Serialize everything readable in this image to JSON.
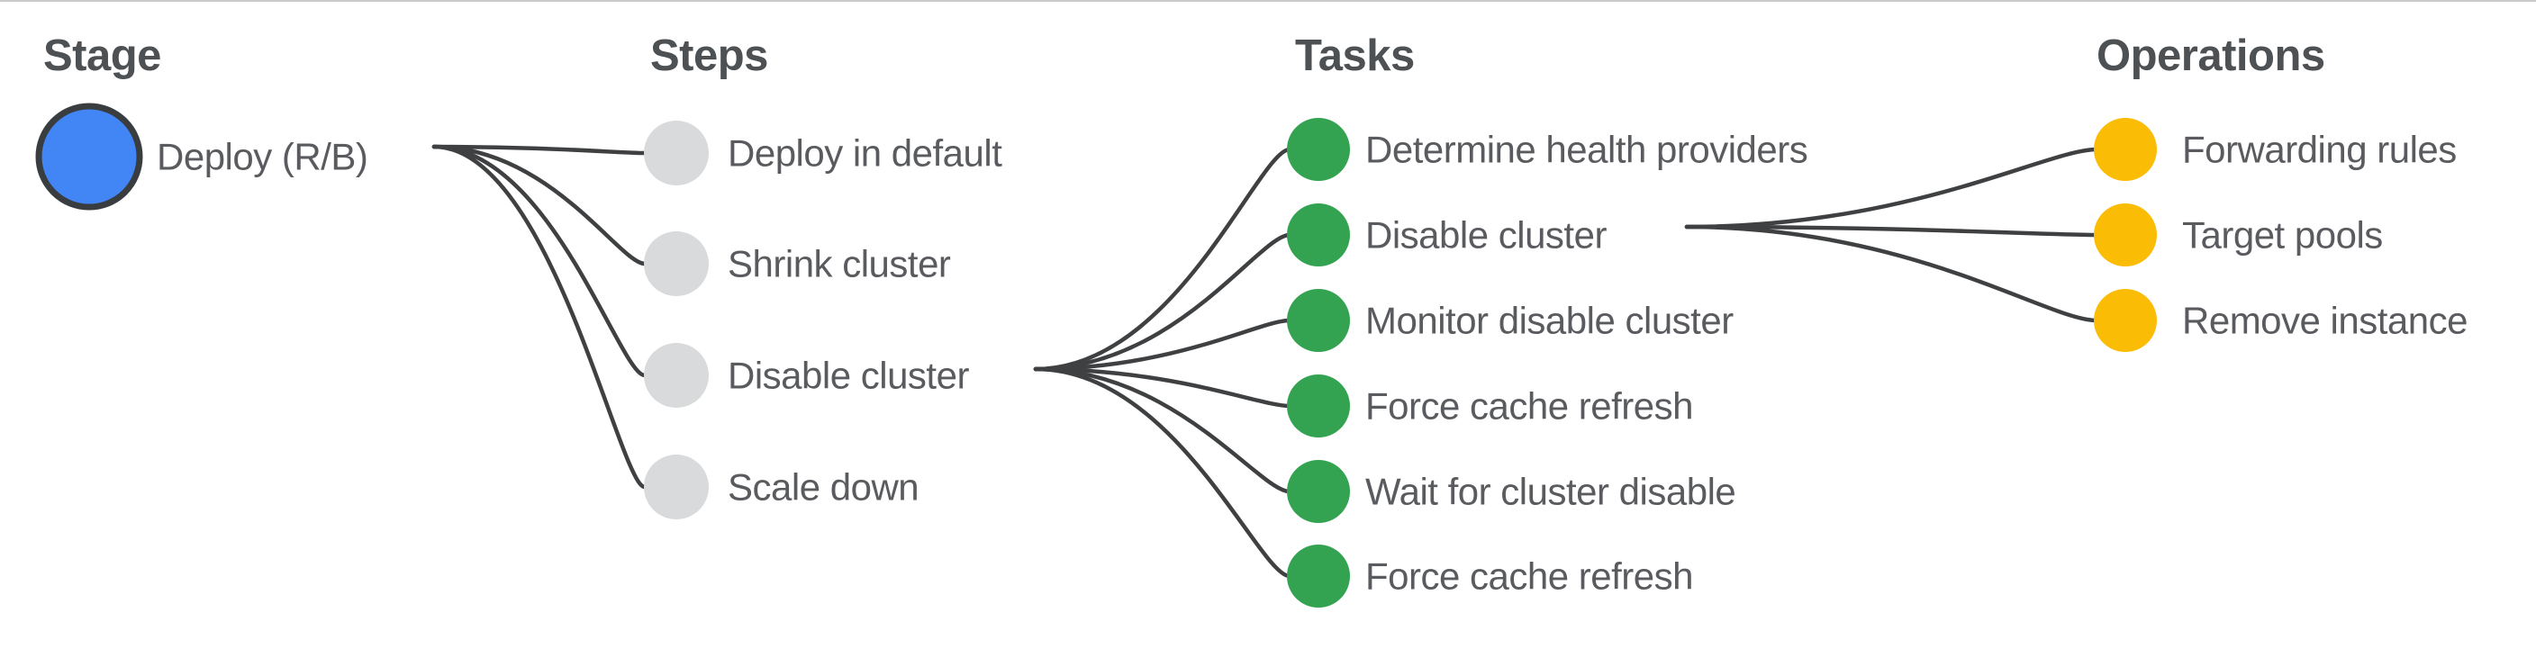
{
  "colors": {
    "edge": "#3E4042",
    "top_rule": "#C9CBCD",
    "header_text": "#4E5154",
    "label_text": "#595B5E",
    "stage_node_border": "#3A3D40"
  },
  "columns": [
    {
      "header": "Stage",
      "node_color": "#4285F4",
      "nodes": [
        {
          "label": "Deploy (R/B)"
        }
      ]
    },
    {
      "header": "Steps",
      "node_color": "#D9DADB",
      "nodes": [
        {
          "label": "Deploy in default"
        },
        {
          "label": "Shrink cluster"
        },
        {
          "label": "Disable cluster"
        },
        {
          "label": "Scale down"
        }
      ]
    },
    {
      "header": "Tasks",
      "node_color": "#34A351",
      "nodes": [
        {
          "label": "Determine health providers"
        },
        {
          "label": "Disable cluster"
        },
        {
          "label": "Monitor disable cluster"
        },
        {
          "label": "Force cache refresh"
        },
        {
          "label": "Wait for cluster disable"
        },
        {
          "label": "Force cache refresh"
        }
      ]
    },
    {
      "header": "Operations",
      "node_color": "#FABC05",
      "nodes": [
        {
          "label": "Forwarding rules"
        },
        {
          "label": "Target pools"
        },
        {
          "label": "Remove instance"
        }
      ]
    }
  ],
  "edges": [
    {
      "from": "Deploy (R/B)",
      "to": "Deploy in default"
    },
    {
      "from": "Deploy (R/B)",
      "to": "Shrink cluster"
    },
    {
      "from": "Deploy (R/B)",
      "to": "Disable cluster"
    },
    {
      "from": "Deploy (R/B)",
      "to": "Scale down"
    },
    {
      "from": "Disable cluster (step)",
      "to": "Determine health providers"
    },
    {
      "from": "Disable cluster (step)",
      "to": "Disable cluster"
    },
    {
      "from": "Disable cluster (step)",
      "to": "Monitor disable cluster"
    },
    {
      "from": "Disable cluster (step)",
      "to": "Force cache refresh"
    },
    {
      "from": "Disable cluster (step)",
      "to": "Wait for cluster disable"
    },
    {
      "from": "Disable cluster (step)",
      "to": "Force cache refresh (2)"
    },
    {
      "from": "Disable cluster (task)",
      "to": "Forwarding rules"
    },
    {
      "from": "Disable cluster (task)",
      "to": "Target pools"
    },
    {
      "from": "Disable cluster (task)",
      "to": "Remove instance"
    }
  ]
}
